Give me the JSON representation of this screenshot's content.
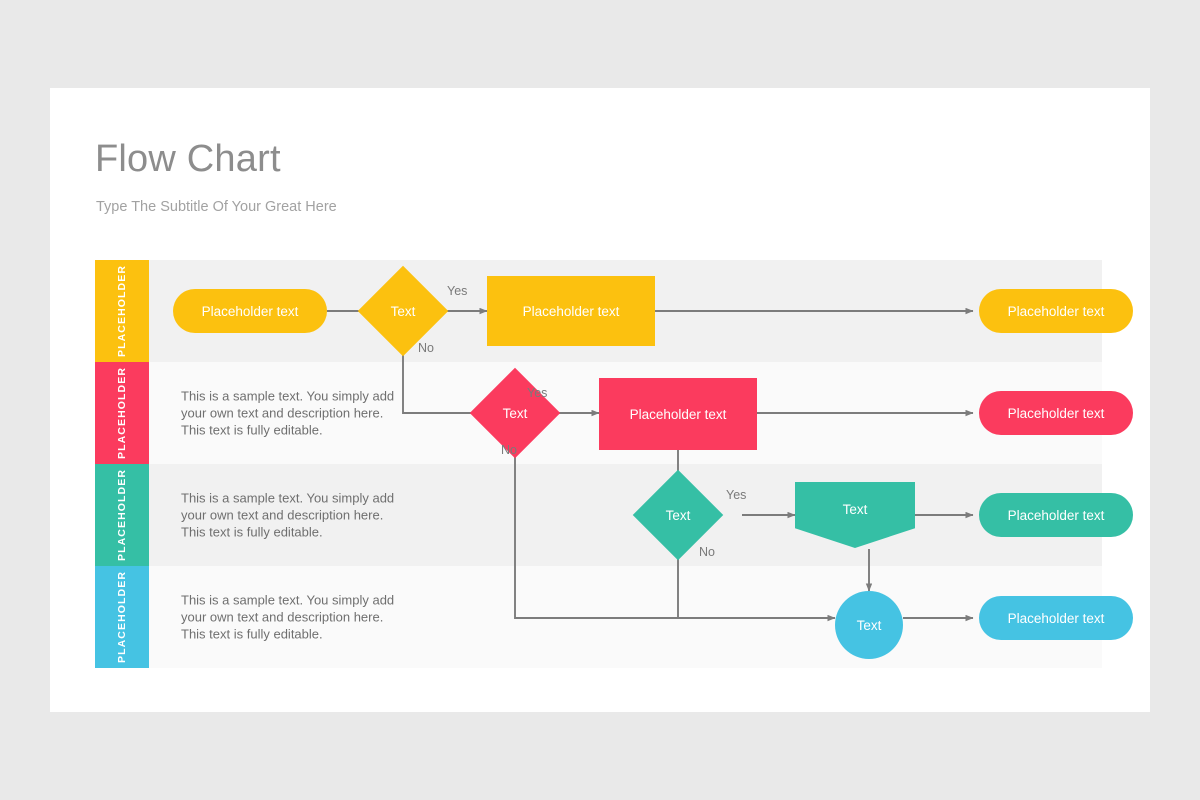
{
  "slide": {
    "title": "Flow Chart",
    "subtitle": "Type The Subtitle Of Your Great Here"
  },
  "colors": {
    "yellow": "#FCC10F",
    "pink": "#FB3B5E",
    "teal": "#35BFA5",
    "blue": "#45C3E3",
    "connector": "#7c7c7c",
    "row_dark": "#f1f1f1",
    "row_light": "#fafafa",
    "page_bg": "#e9e9e9",
    "slide_bg": "#ffffff",
    "title_text": "#8d8d8d",
    "subtitle_text": "#a2a2a2",
    "body_text": "#6f6f6f",
    "label_text": "#7a7a7a"
  },
  "chart_data": {
    "type": "diagram",
    "title": "Flow Chart",
    "subtitle": "Type The Subtitle Of Your Great Here",
    "lanes": [
      {
        "id": "lane-1",
        "tab_label": "PLACEHOLDER",
        "color": "#FCC10F",
        "description": "",
        "nodes": [
          {
            "id": "n1-start",
            "shape": "pill",
            "label": "Placeholder text"
          },
          {
            "id": "n1-decision",
            "shape": "diamond",
            "label": "Text"
          },
          {
            "id": "n1-process",
            "shape": "rect",
            "label": "Placeholder text"
          },
          {
            "id": "n1-end",
            "shape": "pill",
            "label": "Placeholder text"
          }
        ],
        "edge_labels": {
          "yes": "Yes",
          "no": "No"
        }
      },
      {
        "id": "lane-2",
        "tab_label": "PLACEHOLDER",
        "color": "#FB3B5E",
        "description": "This is a sample text. You simply add your own text and description here. This text is fully editable.",
        "nodes": [
          {
            "id": "n2-decision",
            "shape": "diamond",
            "label": "Text"
          },
          {
            "id": "n2-process",
            "shape": "rect",
            "label": "Placeholder text"
          },
          {
            "id": "n2-end",
            "shape": "pill",
            "label": "Placeholder text"
          }
        ],
        "edge_labels": {
          "yes": "Yes",
          "no": "No"
        }
      },
      {
        "id": "lane-3",
        "tab_label": "PLACEHOLDER",
        "color": "#35BFA5",
        "description": "This is a sample text. You simply add your own text and description here. This text is fully editable.",
        "nodes": [
          {
            "id": "n3-decision",
            "shape": "diamond",
            "label": "Text"
          },
          {
            "id": "n3-process",
            "shape": "notched",
            "label": "Text"
          },
          {
            "id": "n3-end",
            "shape": "pill",
            "label": "Placeholder text"
          }
        ],
        "edge_labels": {
          "yes": "Yes",
          "no": "No"
        }
      },
      {
        "id": "lane-4",
        "tab_label": "PLACEHOLDER",
        "color": "#45C3E3",
        "description": "This is a sample text. You simply add your own text and description here. This text is fully editable.",
        "nodes": [
          {
            "id": "n4-circle",
            "shape": "circle",
            "label": "Text"
          },
          {
            "id": "n4-end",
            "shape": "pill",
            "label": "Placeholder text"
          }
        ],
        "edge_labels": {
          "yes": "",
          "no": ""
        }
      }
    ],
    "connections": [
      {
        "from": "n1-start",
        "to": "n1-decision",
        "label": ""
      },
      {
        "from": "n1-decision",
        "to": "n1-process",
        "label": "Yes"
      },
      {
        "from": "n1-process",
        "to": "n1-end",
        "label": ""
      },
      {
        "from": "n1-decision",
        "to": "n2-decision",
        "label": "No"
      },
      {
        "from": "n2-decision",
        "to": "n2-process",
        "label": "Yes"
      },
      {
        "from": "n2-process",
        "to": "n2-end",
        "label": ""
      },
      {
        "from": "n2-process",
        "to": "n3-decision",
        "label": ""
      },
      {
        "from": "n2-decision",
        "to": "n4-circle",
        "label": "No"
      },
      {
        "from": "n3-decision",
        "to": "n3-process",
        "label": "Yes"
      },
      {
        "from": "n3-process",
        "to": "n3-end",
        "label": ""
      },
      {
        "from": "n3-process",
        "to": "n4-circle",
        "label": ""
      },
      {
        "from": "n3-decision",
        "to": "n4-circle",
        "label": "No"
      },
      {
        "from": "n4-circle",
        "to": "n4-end",
        "label": ""
      }
    ]
  }
}
